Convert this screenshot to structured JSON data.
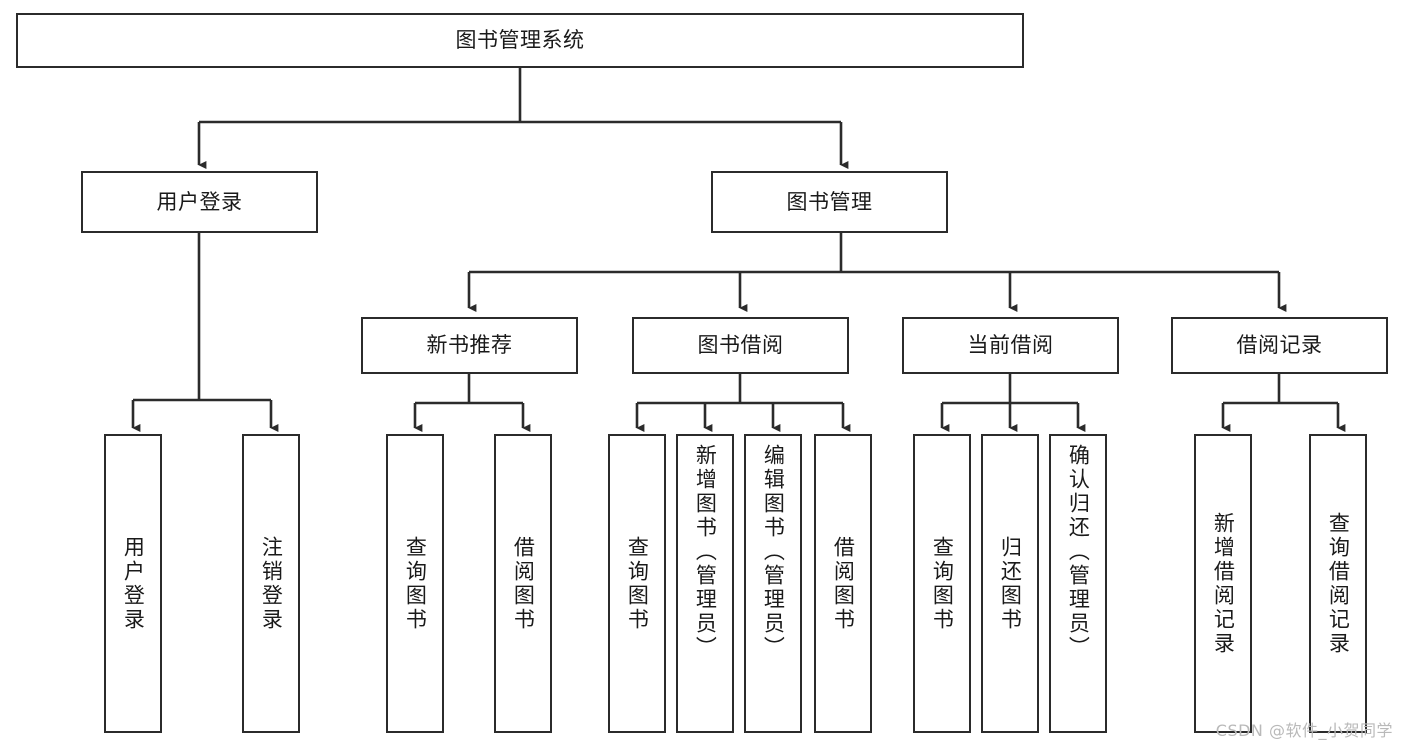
{
  "diagram": {
    "title": "图书管理系统",
    "type": "tree-hierarchy",
    "watermark": "CSDN @软件_小贺同学",
    "style": {
      "box_border_color": "#2b2b2b",
      "box_fill_color": "#ffffff",
      "connector_color": "#2b2b2b",
      "text_color": "#1a1a1a",
      "background_color": "#ffffff",
      "watermark_color": "#b9b9b9"
    },
    "nodes": {
      "root": {
        "label": "图书管理系统"
      },
      "level1": [
        {
          "id": "user-login",
          "label": "用户登录"
        },
        {
          "id": "book-management",
          "label": "图书管理"
        }
      ],
      "level2": [
        {
          "id": "new-book-recommend",
          "label": "新书推荐"
        },
        {
          "id": "book-borrow",
          "label": "图书借阅"
        },
        {
          "id": "current-borrow",
          "label": "当前借阅"
        },
        {
          "id": "borrow-record",
          "label": "借阅记录"
        }
      ],
      "leaves": {
        "user-login": [
          {
            "id": "leaf-user-login",
            "label": "用户登录"
          },
          {
            "id": "leaf-logout-login",
            "label": "注销登录"
          }
        ],
        "new-book-recommend": [
          {
            "id": "leaf-query-book-1",
            "label": "查询图书"
          },
          {
            "id": "leaf-borrow-book-1",
            "label": "借阅图书"
          }
        ],
        "book-borrow": [
          {
            "id": "leaf-query-book-2",
            "label": "查询图书"
          },
          {
            "id": "leaf-add-book",
            "label": "新增图书（管理员）"
          },
          {
            "id": "leaf-edit-book",
            "label": "编辑图书（管理员）"
          },
          {
            "id": "leaf-borrow-book-2",
            "label": "借阅图书"
          }
        ],
        "current-borrow": [
          {
            "id": "leaf-query-book-3",
            "label": "查询图书"
          },
          {
            "id": "leaf-return-book",
            "label": "归还图书"
          },
          {
            "id": "leaf-confirm-return",
            "label": "确认归还（管理员）"
          }
        ],
        "borrow-record": [
          {
            "id": "leaf-add-record",
            "label": "新增借阅记录"
          },
          {
            "id": "leaf-query-record",
            "label": "查询借阅记录"
          }
        ]
      }
    },
    "edges": [
      {
        "from": "图书管理系统",
        "to": "用户登录"
      },
      {
        "from": "图书管理系统",
        "to": "图书管理"
      },
      {
        "from": "用户登录",
        "to": "用户登录"
      },
      {
        "from": "用户登录",
        "to": "注销登录"
      },
      {
        "from": "图书管理",
        "to": "新书推荐"
      },
      {
        "from": "图书管理",
        "to": "图书借阅"
      },
      {
        "from": "图书管理",
        "to": "当前借阅"
      },
      {
        "from": "图书管理",
        "to": "借阅记录"
      },
      {
        "from": "新书推荐",
        "to": "查询图书"
      },
      {
        "from": "新书推荐",
        "to": "借阅图书"
      },
      {
        "from": "图书借阅",
        "to": "查询图书"
      },
      {
        "from": "图书借阅",
        "to": "新增图书（管理员）"
      },
      {
        "from": "图书借阅",
        "to": "编辑图书（管理员）"
      },
      {
        "from": "图书借阅",
        "to": "借阅图书"
      },
      {
        "from": "当前借阅",
        "to": "查询图书"
      },
      {
        "from": "当前借阅",
        "to": "归还图书"
      },
      {
        "from": "当前借阅",
        "to": "确认归还（管理员）"
      },
      {
        "from": "借阅记录",
        "to": "新增借阅记录"
      },
      {
        "from": "借阅记录",
        "to": "查询借阅记录"
      }
    ]
  }
}
